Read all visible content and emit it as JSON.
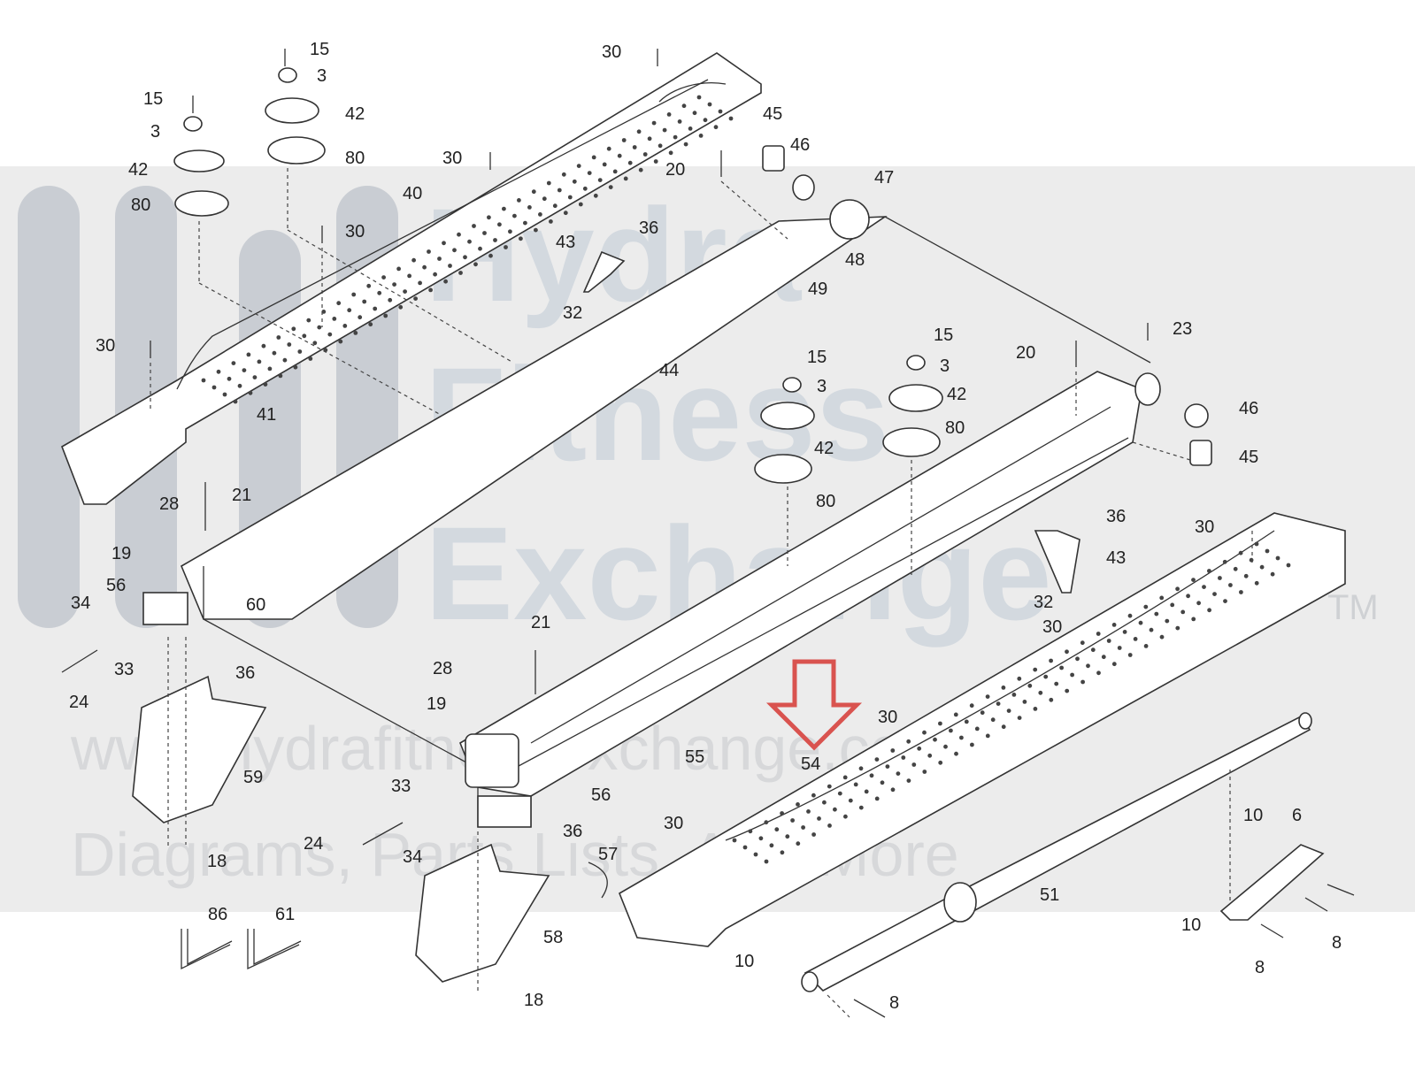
{
  "watermark": {
    "line1": "Hydra",
    "line2": "Fitness",
    "line3": "Exchange",
    "trademark": "TM",
    "url": "www.hydrafitnessexchange.com",
    "tagline": "Diagrams, Parts Lists, And More"
  },
  "colors": {
    "watermark_band": "#e6e6e6",
    "watermark_text": "#9fb2c6",
    "arrow": "#d9534f",
    "line": "#333333"
  },
  "callouts": [
    {
      "id": "c15a",
      "text": "15"
    },
    {
      "id": "c3a",
      "text": "3"
    },
    {
      "id": "c42a",
      "text": "42"
    },
    {
      "id": "c80a",
      "text": "80"
    },
    {
      "id": "c15b",
      "text": "15"
    },
    {
      "id": "c3b",
      "text": "3"
    },
    {
      "id": "c42b",
      "text": "42"
    },
    {
      "id": "c80b",
      "text": "80"
    },
    {
      "id": "c30a",
      "text": "30"
    },
    {
      "id": "c30b",
      "text": "30"
    },
    {
      "id": "c40",
      "text": "40"
    },
    {
      "id": "c30c",
      "text": "30"
    },
    {
      "id": "c45a",
      "text": "45"
    },
    {
      "id": "c46a",
      "text": "46"
    },
    {
      "id": "c20a",
      "text": "20"
    },
    {
      "id": "c47",
      "text": "47"
    },
    {
      "id": "c48",
      "text": "48"
    },
    {
      "id": "c36a",
      "text": "36"
    },
    {
      "id": "c43a",
      "text": "43"
    },
    {
      "id": "c32a",
      "text": "32"
    },
    {
      "id": "c49",
      "text": "49"
    },
    {
      "id": "c44",
      "text": "44"
    },
    {
      "id": "c30d",
      "text": "30"
    },
    {
      "id": "c41",
      "text": "41"
    },
    {
      "id": "c15c",
      "text": "15"
    },
    {
      "id": "c3c",
      "text": "3"
    },
    {
      "id": "c42c",
      "text": "42"
    },
    {
      "id": "c80c",
      "text": "80"
    },
    {
      "id": "c15d",
      "text": "15"
    },
    {
      "id": "c3d",
      "text": "3"
    },
    {
      "id": "c42d",
      "text": "42"
    },
    {
      "id": "c80d",
      "text": "80"
    },
    {
      "id": "c23",
      "text": "23"
    },
    {
      "id": "c20b",
      "text": "20"
    },
    {
      "id": "c46b",
      "text": "46"
    },
    {
      "id": "c45b",
      "text": "45"
    },
    {
      "id": "c36b",
      "text": "36"
    },
    {
      "id": "c43b",
      "text": "43"
    },
    {
      "id": "c32b",
      "text": "32"
    },
    {
      "id": "c30e",
      "text": "30"
    },
    {
      "id": "c30f",
      "text": "30"
    },
    {
      "id": "c21a",
      "text": "21"
    },
    {
      "id": "c28a",
      "text": "28"
    },
    {
      "id": "c19a",
      "text": "19"
    },
    {
      "id": "c56a",
      "text": "56"
    },
    {
      "id": "c60",
      "text": "60"
    },
    {
      "id": "c34a",
      "text": "34"
    },
    {
      "id": "c33a",
      "text": "33"
    },
    {
      "id": "c24a",
      "text": "24"
    },
    {
      "id": "c36c",
      "text": "36"
    },
    {
      "id": "c59",
      "text": "59"
    },
    {
      "id": "c18a",
      "text": "18"
    },
    {
      "id": "c21b",
      "text": "21"
    },
    {
      "id": "c28b",
      "text": "28"
    },
    {
      "id": "c19b",
      "text": "19"
    },
    {
      "id": "c55",
      "text": "55"
    },
    {
      "id": "c56b",
      "text": "56"
    },
    {
      "id": "c33b",
      "text": "33"
    },
    {
      "id": "c34b",
      "text": "34"
    },
    {
      "id": "c24b",
      "text": "24"
    },
    {
      "id": "c36d",
      "text": "36"
    },
    {
      "id": "c57",
      "text": "57"
    },
    {
      "id": "c58",
      "text": "58"
    },
    {
      "id": "c18b",
      "text": "18"
    },
    {
      "id": "c86",
      "text": "86"
    },
    {
      "id": "c61",
      "text": "61"
    },
    {
      "id": "c30g",
      "text": "30"
    },
    {
      "id": "c54",
      "text": "54"
    },
    {
      "id": "c30h",
      "text": "30"
    },
    {
      "id": "c10a",
      "text": "10"
    },
    {
      "id": "c8a",
      "text": "8"
    },
    {
      "id": "c51",
      "text": "51"
    },
    {
      "id": "c10b",
      "text": "10"
    },
    {
      "id": "c6",
      "text": "6"
    },
    {
      "id": "c10c",
      "text": "10"
    },
    {
      "id": "c8b",
      "text": "8"
    },
    {
      "id": "c8c",
      "text": "8"
    }
  ]
}
